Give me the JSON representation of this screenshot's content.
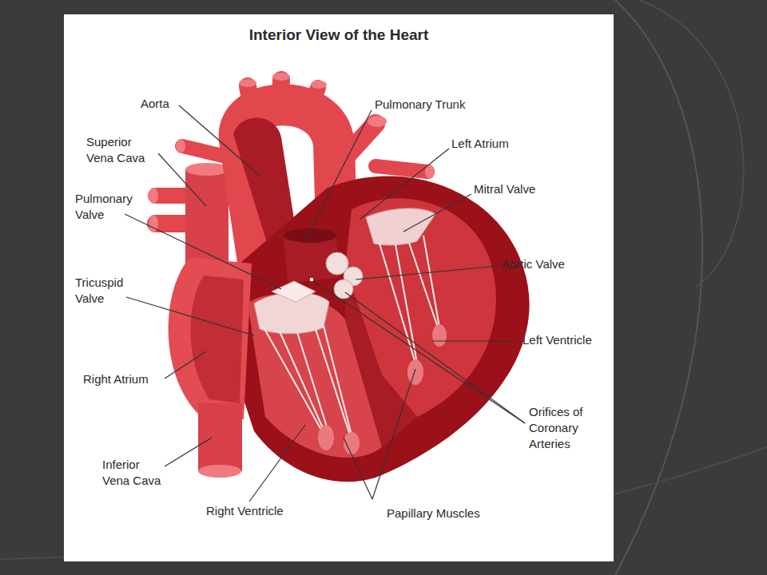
{
  "diagram": {
    "title": "Interior View of the Heart",
    "labels": [
      "Aorta",
      "Superior Vena Cava",
      "Pulmonary Valve",
      "Tricuspid Valve",
      "Right Atrium",
      "Inferior Vena Cava",
      "Right Ventricle",
      "Pulmonary Trunk",
      "Left Atrium",
      "Mitral Valve",
      "Aortic Valve",
      "Left Ventricle",
      "Orifices of Coronary Arteries",
      "Papillary Muscles"
    ]
  }
}
